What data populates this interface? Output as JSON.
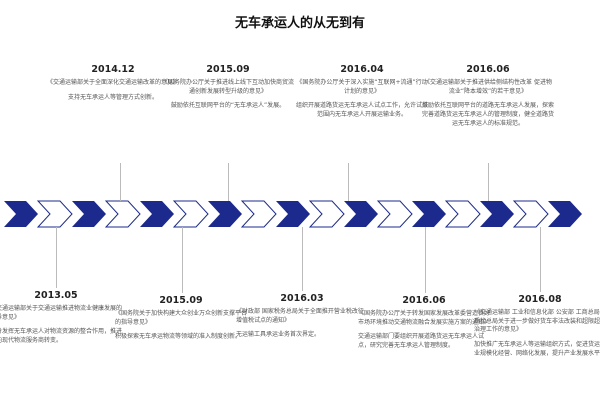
{
  "title": "无车承运人的从无到有",
  "colors": {
    "dark": "#1b2a8c",
    "light": "#ffffff",
    "outline": "#1b2a8c",
    "connector": "#bbbbbb"
  },
  "events": [
    {
      "date": "2014.12",
      "doc": "《交通运输部关于全面深化交通运输改革的意见》",
      "desc": "支持无车承运人等管理方式创新。",
      "position": "above"
    },
    {
      "date": "2015.09",
      "doc": "《国务院办公厅关于推进线上线下互动加快商贸流通创新发展转型升级的意见》",
      "desc": "鼓励依托互联网平台的“无车承运人”发展。",
      "position": "above"
    },
    {
      "date": "2016.04",
      "doc": "《国务院办公厅关于深入实施“互联网+流通”行动计划的意见》",
      "desc": "组织开展道路货运无车承运人试点工作，允许试点范围内无车承运人开展运输业务。",
      "position": "above"
    },
    {
      "date": "2016.06",
      "doc": "《交通运输部关于推进供给侧结构性改革 促进物流业“降本增效”的若干意见》",
      "desc": "鼓励依托互联网平台的道路无车承运人发展，探索完善道路货运无车承运人的管理制度，健全道路货运无车承运人的标准规范。",
      "position": "above"
    },
    {
      "date": "2013.05",
      "doc": "《交通运输部关于交通运输推进物流业健康发展的指导意见》",
      "desc": "充分发挥无车承运人对物流资源的整合作用，推进其向现代物流服务商转变。",
      "position": "below"
    },
    {
      "date": "2015.09",
      "doc": "《国务院关于加快构建大众创业万众创新支撑平台的指导意见》",
      "desc": "积极探索无车承运物流等领域的准入制度创新。",
      "position": "below"
    },
    {
      "date": "2016.03",
      "doc": "《财政部 国家税务总局关于全面推开营业税改征增值税试点的通知》",
      "desc": "无运输工具承运业务首次界定。",
      "position": "below"
    },
    {
      "date": "2016.06",
      "doc": "《国务院办公厅关于转发国家发展改革委营造良好市场环境推动交通物流融合发展实施方案的通知》",
      "desc": "交通运输部门要组织开展道路货运无车承运人试点，研究完善无车承运人管理制度。",
      "position": "below"
    },
    {
      "date": "2016.08",
      "doc": "《交通运输部 工业和信息化部 公安部 工商总局 质检总局关于进一步做好货车非法改装和超限超载治理工作的意见》",
      "desc": "加快推广无车承运人等运输组织方式，促进货运企业规模化经营、网络化发展，提升产业发展水平。",
      "position": "below"
    }
  ]
}
